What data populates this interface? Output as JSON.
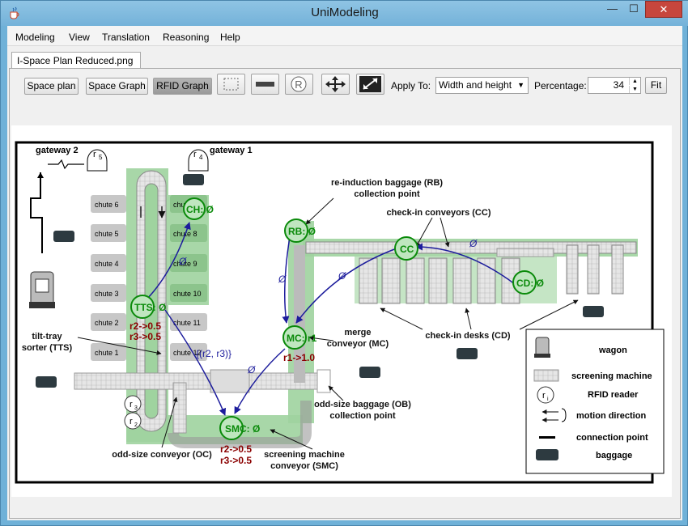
{
  "window": {
    "title": "UniModeling",
    "minimize": "—",
    "maximize": "☐",
    "close": "✕"
  },
  "menu": [
    "Modeling",
    "View",
    "Translation",
    "Reasoning",
    "Help"
  ],
  "tab": {
    "label": "I-Space Plan Reduced.png"
  },
  "toolbar": {
    "space_plan": "Space plan",
    "space_graph": "Space Graph",
    "rfid_graph": "RFID Graph",
    "reader_letter": "R",
    "apply_to_label": "Apply To:",
    "apply_to_value": "Width and height",
    "percentage_label": "Percentage:",
    "percentage_value": "34",
    "fit": "Fit"
  },
  "diagram": {
    "gateways": {
      "g2": "gateway 2",
      "g1": "gateway 1",
      "r5": "r",
      "r5_sub": "5",
      "r4": "r",
      "r4_sub": "4"
    },
    "chutes_left": [
      "chute 6",
      "chute 5",
      "chute 4",
      "chute 3",
      "chute 2",
      "chute 1"
    ],
    "chutes_right": [
      "chute 7",
      "chute 8",
      "chute 9",
      "chute 10",
      "chute 11",
      "chute 12"
    ],
    "nodes": {
      "ch": "CH: Ø",
      "tts": "TTS: Ø",
      "rb": "RB: Ø",
      "cc": "CC",
      "cd": "CD: Ø",
      "mc": "MC: r1",
      "smc": "SMC: Ø"
    },
    "edge_labels": {
      "empty": "Ø",
      "set": "{(r2, r3)}"
    },
    "probabilities": {
      "tts_a": "r2->0.5",
      "tts_b": "r3->0.5",
      "mc": "r1->1.0",
      "smc_a": "r2->0.5",
      "smc_b": "r3->0.5"
    },
    "readers": {
      "r": "r",
      "r2": "2",
      "r3": "3"
    },
    "annotations": {
      "rb_1": "re-induction baggage (RB)",
      "rb_2": "collection point",
      "cc": "check-in conveyors (CC)",
      "tts_1": "tilt-tray",
      "tts_2": "sorter (TTS)",
      "mc_1": "merge",
      "mc_2": "conveyor (MC)",
      "cd": "check-in desks (CD)",
      "ob_1": "odd-size baggage (OB)",
      "ob_2": "collection point",
      "oc": "odd-size conveyor (OC)",
      "smc_1": "screening machine",
      "smc_2": "conveyor (SMC)"
    },
    "legend": {
      "wagon": "wagon",
      "screening": "screening machine",
      "rfid": "RFID reader",
      "reader_symbol": "r",
      "reader_sub": "i",
      "motion": "motion direction",
      "connection": "connection point",
      "baggage": "baggage"
    },
    "colors": {
      "node": "#0a8a0a",
      "edge": "#1c1c9c",
      "prob": "#8b0000",
      "zone": "#9fd39f"
    }
  }
}
